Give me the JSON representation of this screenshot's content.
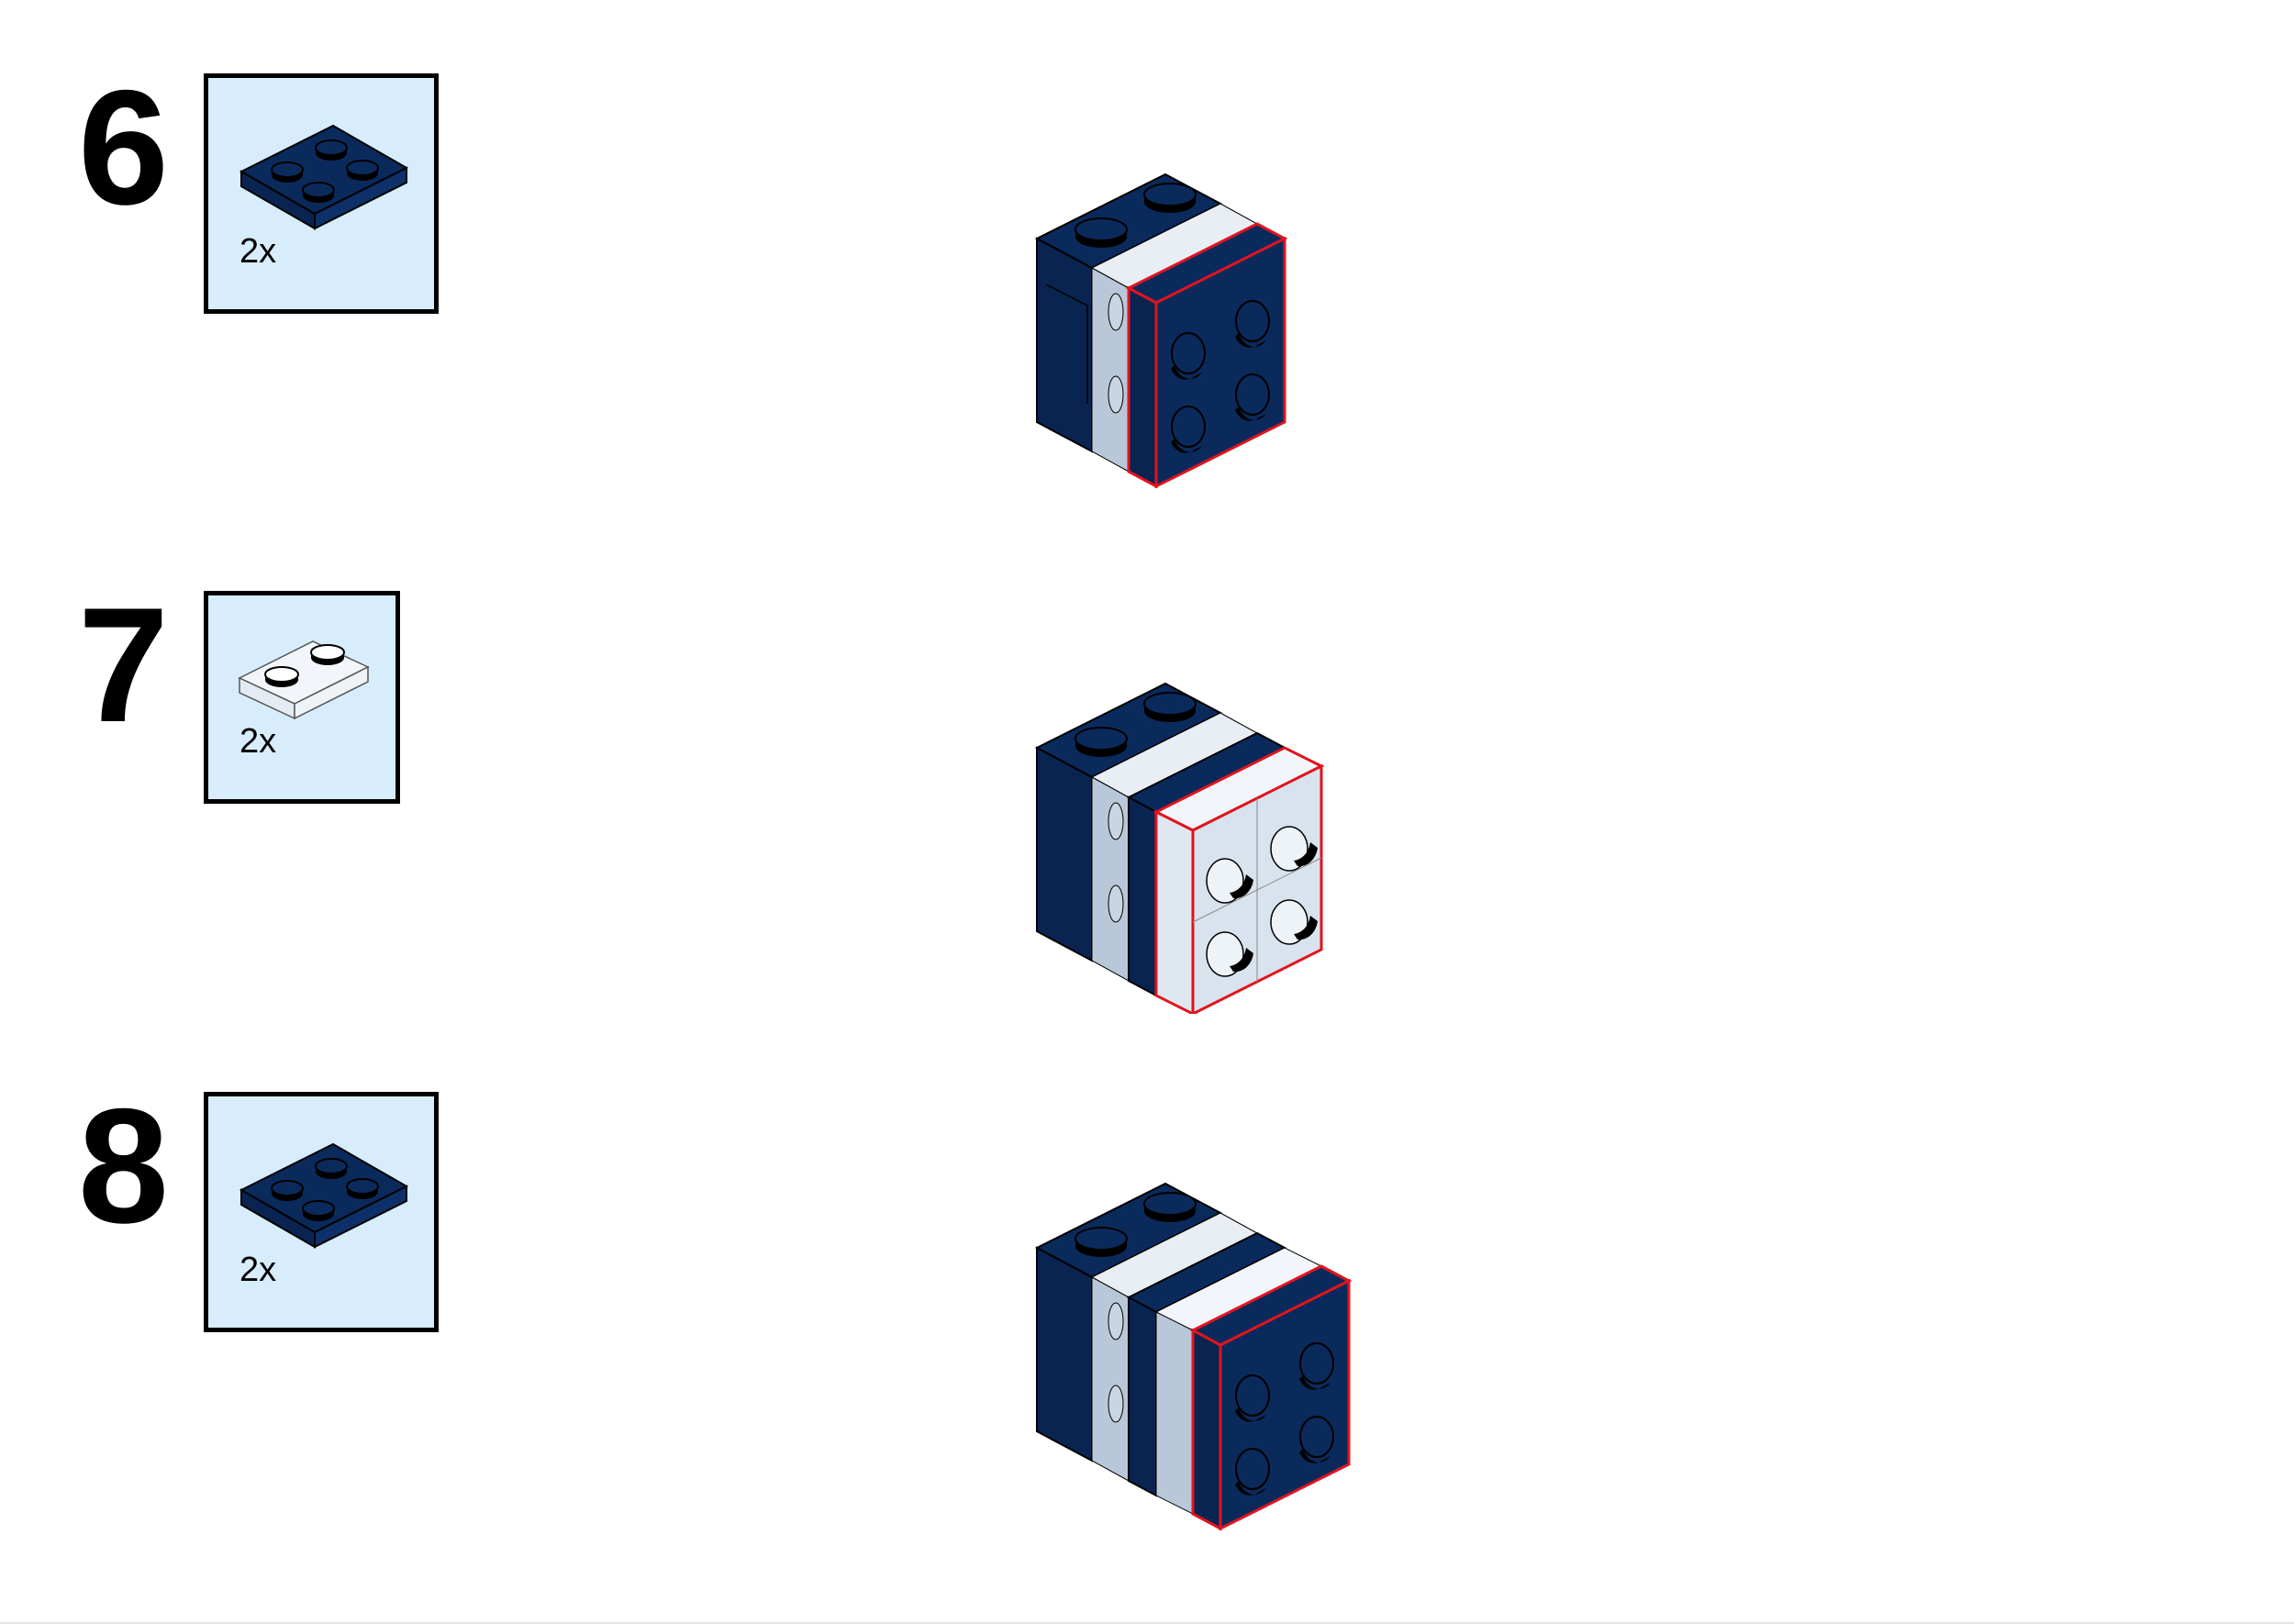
{
  "steps": [
    {
      "number": "6",
      "part": {
        "quantity": "2x",
        "icon": "plate-2x2-dark-blue-icon",
        "color": "#0b2a5c"
      },
      "added_part_icon": "plate-2x2-icon"
    },
    {
      "number": "7",
      "part": {
        "quantity": "2x",
        "icon": "plate-1x2-trans-clear-icon",
        "color": "#f2f6fa"
      },
      "added_part_icon": "plate-2x2-trans-clear-icon"
    },
    {
      "number": "8",
      "part": {
        "quantity": "2x",
        "icon": "plate-2x2-dark-blue-icon",
        "color": "#0b2a5c"
      },
      "added_part_icon": "plate-2x2-icon"
    }
  ],
  "colors": {
    "brick_dark_blue": "#0b2a5c",
    "trans_clear": "#cdd9e6",
    "highlight_red": "#e0141e",
    "parts_box_bg": "#d7edfc"
  }
}
